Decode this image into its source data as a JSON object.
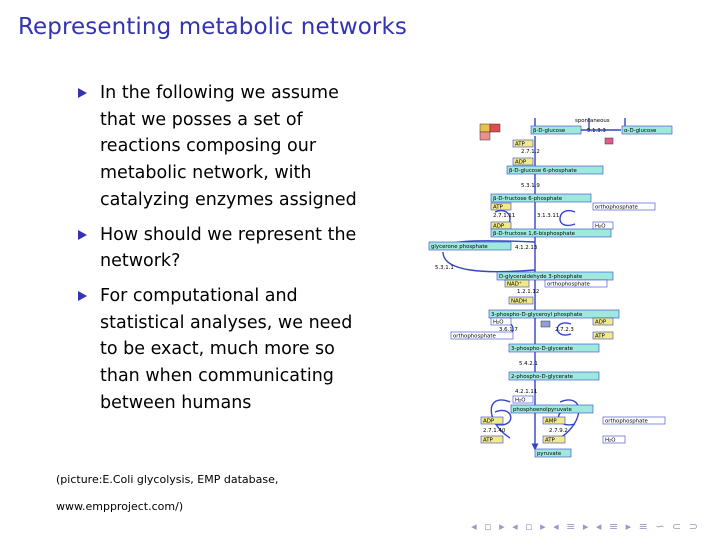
{
  "title": "Representing metabolic networks",
  "bullets": [
    "In the following we assume that we posses a set of reactions composing our metabolic network, with catalyzing enzymes assigned",
    "How should we represent the network?",
    "For computational and statistical analyses, we need to be exact, much more so than when communicating between humans"
  ],
  "caption_line1": "(picture:E.Coli glycolysis, EMP database,",
  "caption_line2": "www.empproject.com/)",
  "diagram": {
    "spontaneous": "spontaneous",
    "beta_glucose": "β-D-glucose",
    "alpha_glucose": "α-D-glucose",
    "ec_5133": "5.1.3.3",
    "atp": "ATP",
    "adp": "ADP",
    "ec_2712": "2.7.1.2",
    "glucose6p": "β-D-glucose 6-phosphate",
    "ec_5319": "5.3.1.9",
    "fructose6p": "β-D-fructose 6-phosphate",
    "orthophosphate": "orthophosphate",
    "ec_27111": "2.7.1.11",
    "ec_31311": "3.1.3.11",
    "h2o": "H₂O",
    "fructose16bp": "β-D-fructose 1,6-bisphosphate",
    "glycerone_p": "glycerone phosphate",
    "ec_41213": "4.1.2.13",
    "ec_5311": "5.3.1.1",
    "g3p": "D-glyceraldehyde 3-phosphate",
    "nad": "NAD⁺",
    "ec_12112": "1.2.1.12",
    "nadh": "NADH",
    "bpg": "3-phospho-D-glyceroyl phosphate",
    "ec_3612": "3.6.1.7",
    "ec_2723": "2.7.2.3",
    "pg3": "3-phospho-D-glycerate",
    "ec_5421": "5.4.2.1",
    "pg2": "2-phospho-D-glycerate",
    "ec_42111": "4.2.1.11",
    "pep": "phosphoenolpyruvate",
    "amp": "AMP",
    "ec_27140": "2.7.1.40",
    "ec_2792": "2.7.9.2",
    "pyruvate": "pyruvate"
  },
  "nav_symbols": "◂ ▫ ▸ ◂ ▫ ▸ ◂ ≡ ▸ ◂ ≡ ▸ ≡ ∽ ⊂ ⊃"
}
